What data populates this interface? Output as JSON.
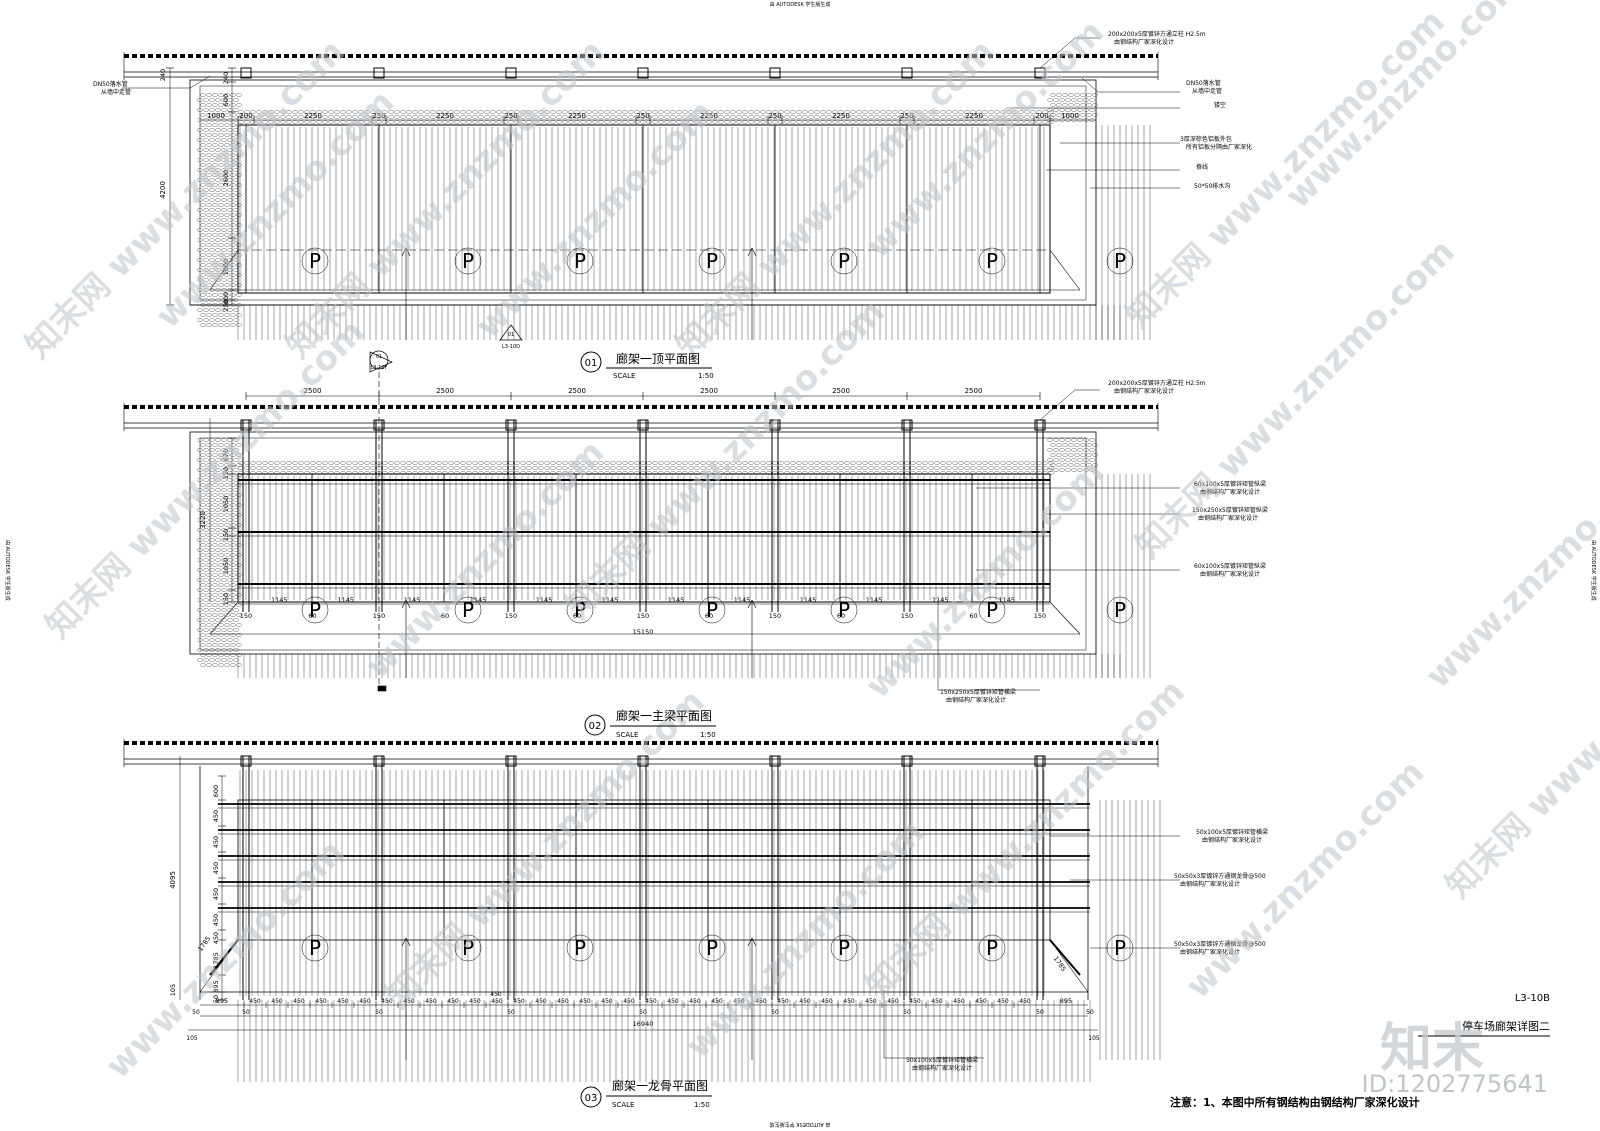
{
  "autodesk": "由 AUTODESK 学生版生成",
  "plan1": {
    "number": "01",
    "title": "廊架一顶平面图",
    "scale_label": "SCALE",
    "scale": "1:50",
    "dims_top": [
      "200",
      "2250",
      "250",
      "2250",
      "250",
      "2250",
      "250",
      "2250",
      "250",
      "2250",
      "250",
      "2250",
      "200"
    ],
    "dim_left_outer": "1000",
    "dim_right_outer": "1000",
    "dims_vertical": [
      "240",
      "600",
      "2600",
      "1000",
      "800",
      "250"
    ],
    "dim_total_height": "4200",
    "callouts": [
      {
        "l1": "200x200x5厚镀锌方通立柱 H2.5m",
        "l2": "由钢结构厂家深化设计"
      },
      {
        "l1": "DN50落水管",
        "l2": "从墙中走管"
      },
      {
        "l1": "镂空",
        "l2": ""
      },
      {
        "l1": "3厚深棕色铝板外包",
        "l2": "所有铝板分隔由厂家深化"
      },
      {
        "l1": "脊线",
        "l2": ""
      },
      {
        "l1": "50*50排水沟",
        "l2": ""
      }
    ],
    "left_note": {
      "l1": "DN50落水管",
      "l2": "从墙中走管"
    }
  },
  "plan2": {
    "number": "02",
    "title": "廊架一主梁平面图",
    "scale_label": "SCALE",
    "scale": "1:50",
    "dims_top": [
      "2500",
      "2500",
      "2500",
      "2500",
      "2500",
      "2500"
    ],
    "dims_vertical": [
      "670",
      "150",
      "1050",
      "150",
      "1050",
      "150"
    ],
    "dim_total_height": "3220",
    "dims_bottom_span": "1145",
    "dims_bottom_small": [
      "150",
      "60"
    ],
    "dim_total": "15150",
    "callouts": [
      {
        "l1": "200x200x5厚镀锌方通立柱 H2.5m",
        "l2": "由钢结构厂家深化设计"
      },
      {
        "l1": "60x100x5厚镀锌矩管纵梁",
        "l2": "由钢结构厂家深化设计"
      },
      {
        "l1": "150x250x5厚镀锌矩管纵梁",
        "l2": "由钢结构厂家深化设计"
      },
      {
        "l1": "60x100x5厚镀锌矩管纵梁",
        "l2": "由钢结构厂家深化设计"
      },
      {
        "l1": "150x250x5厚镀锌矩管横梁",
        "l2": "由钢结构厂家深化设计"
      }
    ],
    "section_mark": {
      "num": "01",
      "sheet": "L3-10F"
    },
    "section_mark2": {
      "num": "01",
      "sheet": "L3-10D"
    }
  },
  "plan3": {
    "number": "03",
    "title": "廊架一龙骨平面图",
    "scale_label": "SCALE",
    "scale": "1:50",
    "dims_vertical": [
      "600",
      "450",
      "450",
      "450",
      "450",
      "450",
      "450",
      "1785",
      "895",
      "50"
    ],
    "dim_total_height": "4095",
    "dim_bottom_left": "895",
    "dim_bottom_right": "895",
    "dim_bottom_span": "450",
    "dim_small": "50",
    "dim_total": "16940",
    "dim_edge": "105",
    "dim_diag": "1785",
    "callouts": [
      {
        "l1": "50x100x5厚镀锌矩管横梁",
        "l2": "由钢结构厂家深化设计"
      },
      {
        "l1": "50x50x3厚镀锌方通钢龙骨@500",
        "l2": "由钢结构厂家深化设计"
      },
      {
        "l1": "50x50x3厚镀锌方通钢龙骨@500",
        "l2": "由钢结构厂家深化设计"
      },
      {
        "l1": "50x100x5厚镀锌矩管横梁",
        "l2": "由钢结构厂家深化设计"
      }
    ]
  },
  "parking_symbol": "P",
  "sheet_code": "L3-10B",
  "sheet_title": "停车场廊架详图二",
  "note": "注意：1、本图中所有钢结构由钢结构厂家深化设计",
  "brand": "知末",
  "id_label": "ID:1202775641",
  "watermark_url": "www.znzmo.com",
  "watermark_logo": "知末网"
}
